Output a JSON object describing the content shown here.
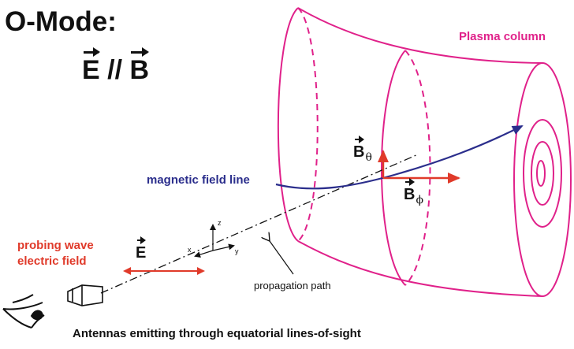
{
  "title": "O-Mode:",
  "relation": {
    "lhs": "E",
    "op": " // ",
    "rhs": "B"
  },
  "labels": {
    "plasma_column": "Plasma column",
    "field_line": "magnetic field line",
    "b_theta": {
      "base": "B",
      "sub": "θ"
    },
    "b_phi": {
      "base": "B",
      "sub": "ϕ"
    },
    "probing_line1": "probing wave",
    "probing_line2": "electric field",
    "e_vector": "E",
    "axis_z": "z",
    "axis_x": "x",
    "axis_y": "y",
    "propagation": "propagation path",
    "caption": "Antennas emitting through equatorial lines-of-sight"
  },
  "colors": {
    "plasma": "#e0218a",
    "field_line": "#2b2e8c",
    "field_arrows": "#e03a2a",
    "text": "#111111"
  },
  "icons": {
    "eye": "eye-icon",
    "antenna": "horn-antenna-icon"
  }
}
